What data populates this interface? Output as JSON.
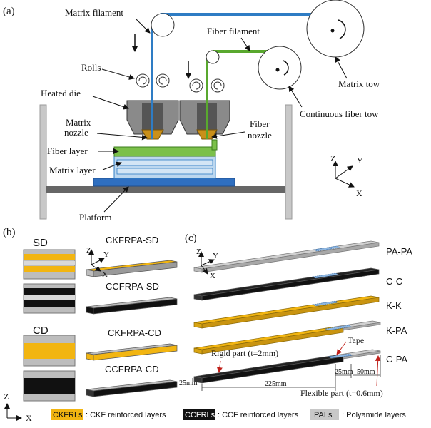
{
  "panel_a": {
    "tag": "(a)",
    "matrix_filament": "Matrix filament",
    "fiber_filament": "Fiber filament",
    "rolls": "Rolls",
    "heated_die": "Heated die",
    "matrix_nozzle_1": "Matrix",
    "matrix_nozzle_2": "nozzle",
    "fiber_nozzle_1": "Fiber",
    "fiber_nozzle_2": "nozzle",
    "fiber_layer": "Fiber layer",
    "matrix_layer": "Matrix layer",
    "platform": "Platform",
    "matrix_tow": "Matrix tow",
    "continuous_fiber_tow": "Continuous fiber tow",
    "axis_z": "Z",
    "axis_y": "Y",
    "axis_x": "X"
  },
  "panel_b": {
    "tag": "(b)",
    "sd": "SD",
    "cd": "CD",
    "ckfrpa_sd": "CKFRPA-SD",
    "ccfrpa_sd": "CCFRPA-SD",
    "ckfrpa_cd": "CKFRPA-CD",
    "ccfrpa_cd": "CCFRPA-CD",
    "axis_z": "Z",
    "axis_y": "Y",
    "axis_x": "X",
    "corner_z": "Z",
    "corner_x": "X"
  },
  "panel_c": {
    "tag": "(c)",
    "pa_pa": "PA-PA",
    "c_c": "C-C",
    "k_k": "K-K",
    "k_pa": "K-PA",
    "c_pa": "C-PA",
    "tape": "Tape",
    "rigid_part": "Rigid part (t=2mm)",
    "flexible_part": "Flexible part (t=0.6mm)",
    "dim_225": "225mm",
    "dim_25a": "25mm",
    "dim_25b": "25mm",
    "dim_50": "50mm",
    "axis_z": "Z",
    "axis_y": "Y",
    "axis_x": "X"
  },
  "legend": {
    "ckfrls_swatch": "CKFRLs",
    "ckfrls_desc": ": CKF reinforced layers",
    "ccfrls_swatch": "CCFRLs",
    "ccfrls_desc": ": CCF reinforced layers",
    "pals_swatch": "PALs",
    "pals_desc": ": Polyamide layers"
  },
  "colors": {
    "matrix_blue": "#2e7cc4",
    "fiber_green": "#59a82e",
    "kevlar_gold": "#f2b511",
    "carbon_black": "#111111",
    "polyamide_gray": "#bdbdbd",
    "platform_blue": "#2f6fc0",
    "matrix_layer_fill": "#bcd7ef",
    "die_gray": "#8a8a8a"
  }
}
